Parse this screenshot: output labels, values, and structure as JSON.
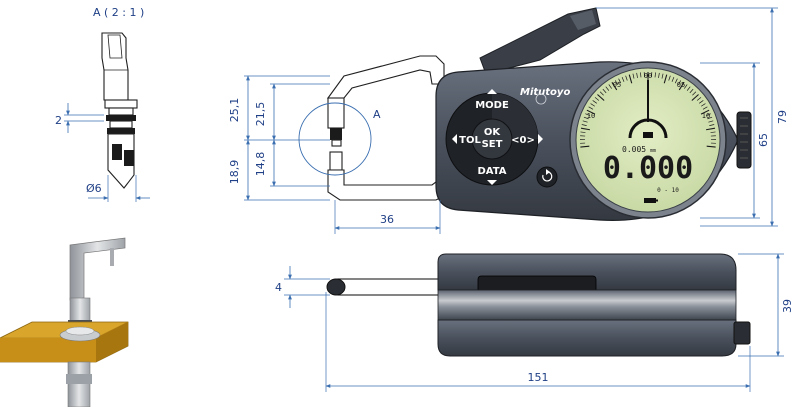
{
  "view_label": "A ( 2 : 1 )",
  "callout_label": "A",
  "dimensions": {
    "detail_gap": "2",
    "detail_diameter": "Ø6",
    "h_25_1": "25,1",
    "h_21_5": "21,5",
    "h_18_9": "18,9",
    "h_14_8": "14,8",
    "w_36": "36",
    "h_79": "79",
    "h_65": "65",
    "side_4": "4",
    "side_39": "39",
    "w_151": "151"
  },
  "device": {
    "brand": "Mitutoyo",
    "buttons": {
      "mode": "MODE",
      "tol": "TOL",
      "ok": "OK",
      "set": "SET",
      "zero": "<0>",
      "data": "DATA"
    },
    "display": {
      "reading": "0.000",
      "resolution": "0.005",
      "resolution_unit": "mm",
      "range": "0 - 10",
      "scale_labels": [
        "00",
        "05",
        "05",
        "10",
        "10"
      ]
    }
  },
  "colors": {
    "dimension": "#3b6fb0",
    "body": "#4b5260",
    "lcd": "#d6e4b6",
    "plate": "#d9a52a"
  }
}
